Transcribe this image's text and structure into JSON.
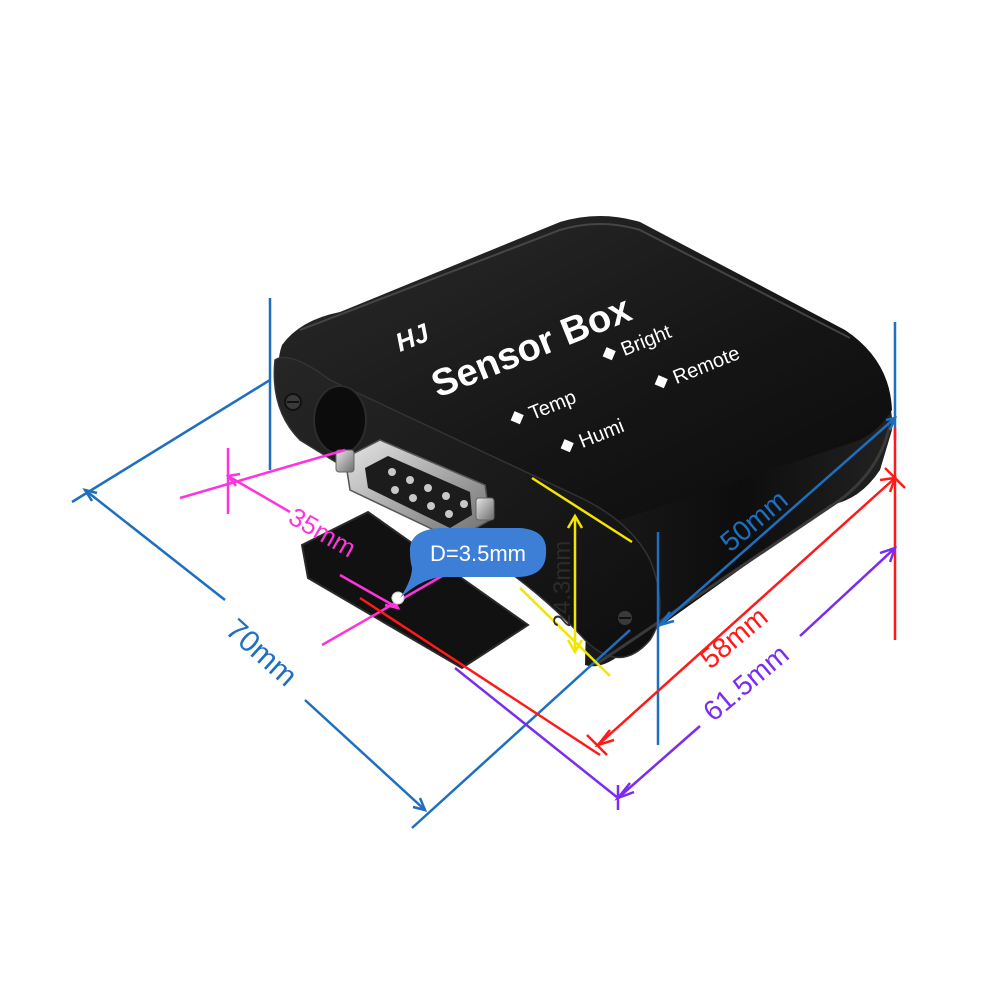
{
  "product": {
    "logo_text": "HJ",
    "title": "Sensor Box",
    "features": [
      "Temp",
      "Humi",
      "Bright",
      "Remote"
    ]
  },
  "dimensions": {
    "overall_length": "70mm",
    "connector_span": "35mm",
    "hole_diameter": "D=3.5mm",
    "height": "24.3mm",
    "width": "50mm",
    "body_length": "58mm",
    "total_length": "61.5mm"
  },
  "colors": {
    "overall_length": "#1e6fbf",
    "connector_span": "#ff33dd",
    "hole_callout": "#3d7fd6",
    "height": "#f2e600",
    "width": "#1e6fbf",
    "body_length": "#ff1a1a",
    "total_length": "#7a2cf0",
    "body": "#141414"
  }
}
